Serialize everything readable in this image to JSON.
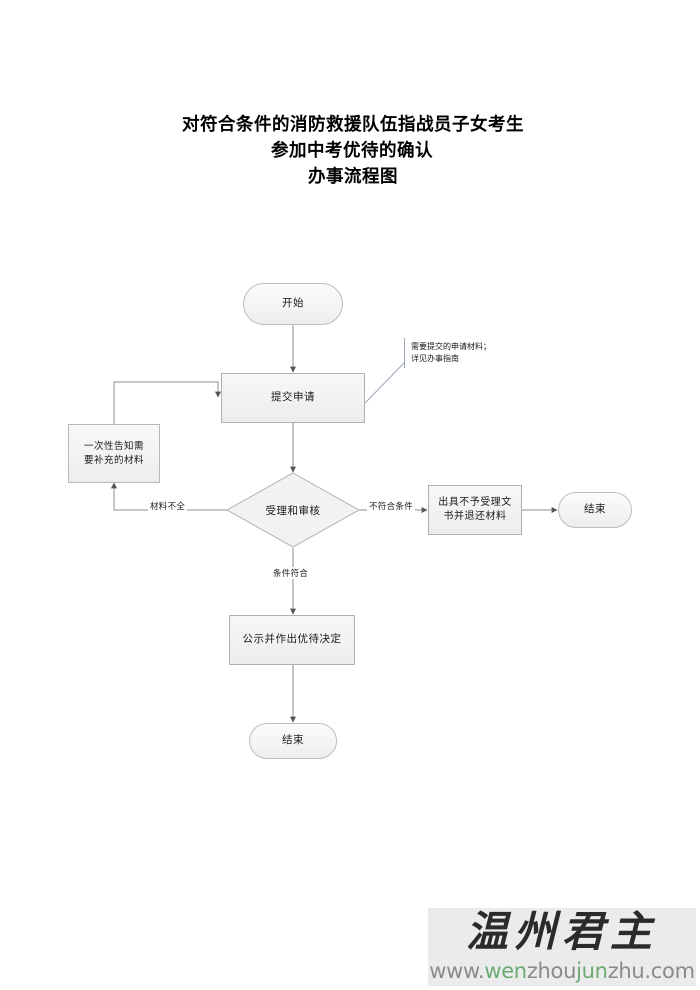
{
  "document": {
    "title_lines": [
      "对符合条件的消防救援队伍指战员子女考生",
      "参加中考优待的确认",
      "办事流程图"
    ]
  },
  "flowchart": {
    "type": "flowchart",
    "orientation": "top-to-bottom",
    "nodes": [
      {
        "id": "start",
        "shape": "terminator",
        "label": "开始"
      },
      {
        "id": "submit",
        "shape": "process",
        "label": "提交申请"
      },
      {
        "id": "supplement",
        "shape": "process",
        "label": "一次性告知需要补充的材料"
      },
      {
        "id": "review",
        "shape": "decision",
        "label": "受理和审核"
      },
      {
        "id": "reject",
        "shape": "process",
        "label": "出具不予受理文书并退还材料"
      },
      {
        "id": "end_right",
        "shape": "terminator",
        "label": "结束"
      },
      {
        "id": "decision_pub",
        "shape": "process",
        "label": "公示并作出优待决定"
      },
      {
        "id": "end_bottom",
        "shape": "terminator",
        "label": "结束"
      }
    ],
    "annotations": [
      {
        "id": "note_materials",
        "attached_to": "submit",
        "lines": [
          "需要提交的申请材料；",
          "详见办事指南"
        ]
      }
    ],
    "edges": [
      {
        "from": "start",
        "to": "submit",
        "label": ""
      },
      {
        "from": "submit",
        "to": "review",
        "label": ""
      },
      {
        "from": "review",
        "to": "supplement",
        "label": "材料不全"
      },
      {
        "from": "supplement",
        "to": "submit",
        "label": ""
      },
      {
        "from": "review",
        "to": "reject",
        "label": "不符合条件"
      },
      {
        "from": "reject",
        "to": "end_right",
        "label": ""
      },
      {
        "from": "review",
        "to": "decision_pub",
        "label": "条件符合"
      },
      {
        "from": "decision_pub",
        "to": "end_bottom",
        "label": ""
      }
    ],
    "labels": {
      "incomplete": "材料不全",
      "not_qualified": "不符合条件",
      "qualified": "条件符合"
    },
    "node_labels": {
      "start": "开始",
      "submit": "提交申请",
      "supplement_l1": "一次性告知需",
      "supplement_l2": "要补充的材料",
      "review": "受理和审核",
      "reject_l1": "出具不予受理文",
      "reject_l2": "书并退还材料",
      "end_right": "结束",
      "decision_pub": "公示并作出优待决定",
      "end_bottom": "结束"
    },
    "note_lines": {
      "l1": "需要提交的申请材料；",
      "l2": "详见办事指南"
    },
    "colors": {
      "node_fill": "#f2f2f2",
      "node_border": "#b5b5b5",
      "line": "#808080",
      "text": "#1a1a1a"
    }
  },
  "watermark": {
    "brand": "温州君主",
    "url_parts": [
      {
        "text": "www.",
        "color": "#8a8a8a"
      },
      {
        "text": "wen",
        "color": "#6aab74"
      },
      {
        "text": "zhou",
        "color": "#8a8a8a"
      },
      {
        "text": "jun",
        "color": "#6aab74"
      },
      {
        "text": "zhu.com",
        "color": "#8a8a8a"
      }
    ],
    "background": "#ebebeb"
  }
}
